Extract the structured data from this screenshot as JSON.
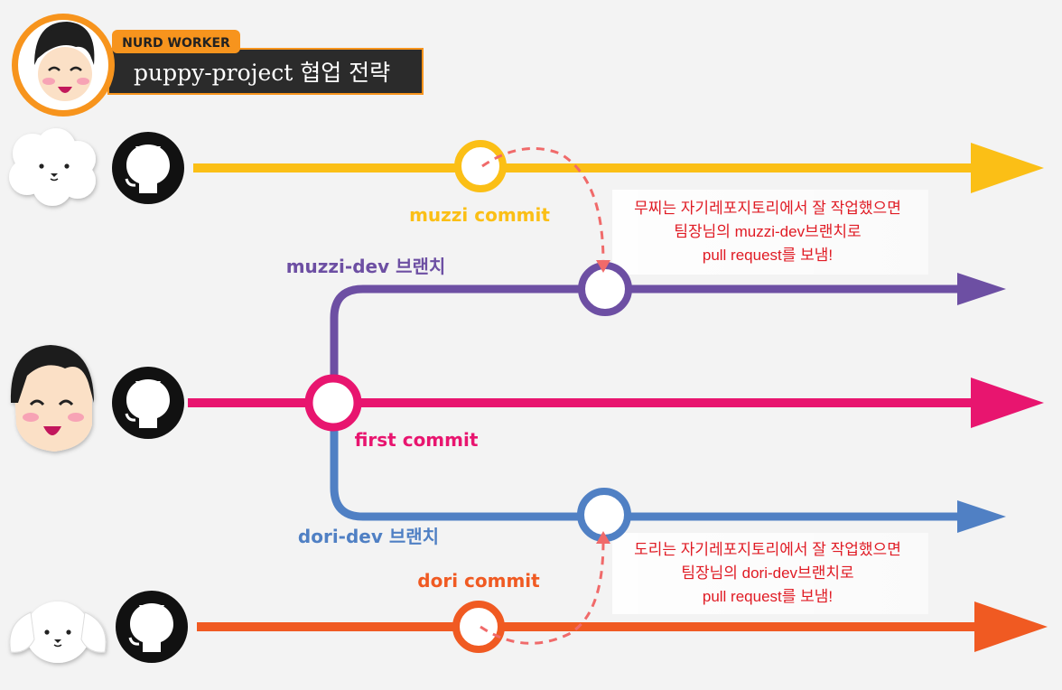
{
  "header": {
    "badge": "NURD WORKER",
    "title": "puppy-project 협업 전략"
  },
  "colors": {
    "yellow": "#fbbf16",
    "purple": "#6d4fa3",
    "pink": "#e8156f",
    "blue": "#5080c4",
    "orange": "#f05a22",
    "note_red": "#e01b24",
    "header_orange": "#f7941d",
    "header_dark": "#2b2b2b"
  },
  "icons": {
    "github": "github-icon",
    "avatar": "worker-avatar",
    "dog_muzzi": "fluffy-dog-icon",
    "dog_dori": "floppy-ear-dog-icon"
  },
  "lanes": {
    "muzzi": {
      "commit_label": "muzzi commit"
    },
    "muzzi_dev": {
      "branch_label": "muzzi-dev 브랜치"
    },
    "main": {
      "commit_label": "first commit"
    },
    "dori_dev": {
      "branch_label": "dori-dev 브랜치"
    },
    "dori": {
      "commit_label": "dori commit"
    }
  },
  "notes": {
    "muzzi": {
      "line1": "무찌는 자기레포지토리에서 잘 작업했으면",
      "line2": "팀장님의 muzzi-dev브랜치로",
      "line3": "pull request를 보냄!"
    },
    "dori": {
      "line1": "도리는 자기레포지토리에서 잘 작업했으면",
      "line2": "팀장님의 dori-dev브랜치로",
      "line3": "pull request를 보냄!"
    }
  }
}
